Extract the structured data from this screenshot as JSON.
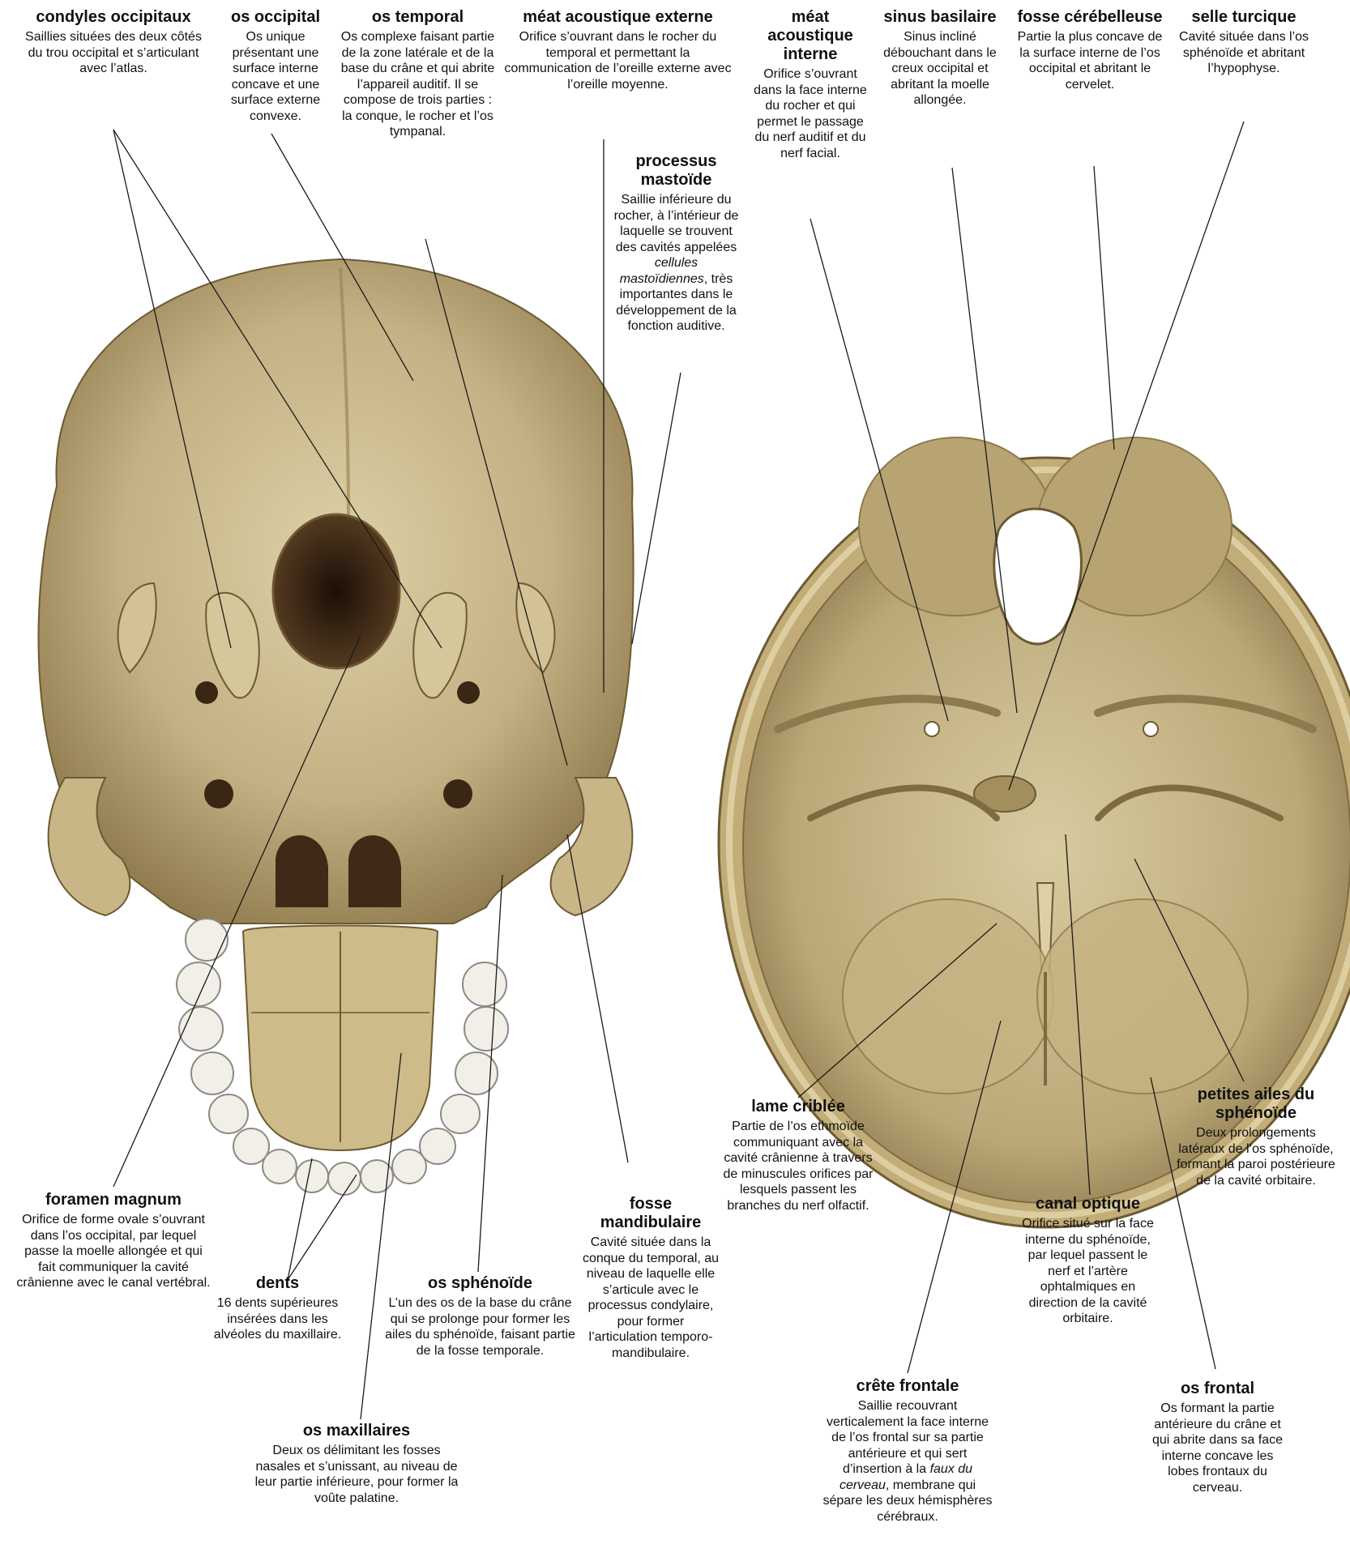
{
  "labels": {
    "condyles": {
      "title": "condyles occipitaux",
      "desc": "Saillies situées des deux côtés du trou occipital et s’articulant avec l’atlas."
    },
    "occipital": {
      "title": "os occipital",
      "desc": "Os unique présentant une surface interne concave et une surface externe convexe."
    },
    "temporal": {
      "title": "os temporal",
      "desc": "Os complexe faisant partie de la zone latérale et de la base du crâne et qui abrite l’appareil auditif. Il se compose de trois parties : la conque, le rocher et l’os tympanal."
    },
    "meat_externe": {
      "title": "méat acoustique externe",
      "desc": "Orifice s’ouvrant dans le rocher du temporal et permettant la communication de l’oreille externe avec l’oreille moyenne."
    },
    "mastoide": {
      "title": "processus mastoïde",
      "desc": "Saillie inférieure du rocher, à l’intérieur de laquelle se trouvent des cavités appelées",
      "desc_em": "cellules mastoïdiennes",
      "desc_after": ", très importantes dans le développement de la fonction auditive."
    },
    "meat_interne": {
      "title": "méat acoustique interne",
      "desc": "Orifice s’ouvrant dans la face interne du rocher et qui permet le passage du nerf auditif et du nerf facial."
    },
    "sinus": {
      "title": "sinus basilaire",
      "desc": "Sinus incliné débouchant dans le creux occipital et abritant la moelle allongée."
    },
    "fosse_cereb": {
      "title": "fosse cérébelleuse",
      "desc": "Partie la plus concave de la surface interne de l’os occipital et abritant le cervelet."
    },
    "selle": {
      "title": "selle turcique",
      "desc": "Cavité située dans l’os sphénoïde et abritant l’hypophyse."
    },
    "foramen": {
      "title": "foramen magnum",
      "desc": "Orifice de forme ovale s’ouvrant dans l’os occipital, par lequel passe la moelle allongée et qui fait communiquer la cavité crânienne avec le canal vertébral."
    },
    "dents": {
      "title": "dents",
      "desc": "16 dents supérieures insérées dans les alvéoles du maxillaire."
    },
    "sphenoide": {
      "title": "os sphénoïde",
      "desc": "L’un des os de la base du crâne qui se prolonge pour former les ailes du sphénoïde, faisant partie de la fosse temporale."
    },
    "fosse_mand": {
      "title": "fosse mandibulaire",
      "desc": "Cavité située dans la conque du temporal, au niveau de laquelle elle s’articule avec le processus condylaire, pour former l’articulation temporo-mandibulaire."
    },
    "maxillaires": {
      "title": "os maxillaires",
      "desc": "Deux os délimitant les fosses nasales et s’unissant, au niveau de leur partie inférieure, pour former la voûte palatine."
    },
    "lame": {
      "title": "lame criblée",
      "desc": "Partie de l’os ethmoïde communiquant avec la cavité crânienne à travers de minuscules orifices par lesquels passent les branches du nerf olfactif."
    },
    "crete": {
      "title": "crête frontale",
      "desc": "Saillie recouvrant verticalement la face interne de l’os frontal sur sa partie antérieure et qui sert d’insertion à la",
      "desc_em": "faux du cerveau",
      "desc_after": ", membrane qui sépare les deux hémisphères cérébraux."
    },
    "canal": {
      "title": "canal optique",
      "desc": "Orifice situé sur la face interne du sphénoïde, par lequel passent le nerf et l’artère ophtalmiques en direction de la cavité orbitaire."
    },
    "petites_ailes": {
      "title": "petites ailes du sphénoïde",
      "desc": "Deux prolongements latéraux de l’os sphénoïde, formant la paroi postérieure de la cavité orbitaire."
    },
    "frontal": {
      "title": "os frontal",
      "desc": "Os formant la partie antérieure du crâne et qui abrite dans sa face interne concave les lobes frontaux du cerveau."
    }
  },
  "colors": {
    "bone": "#c9b98a",
    "bone_dark": "#8a7548",
    "bone_light": "#e6dbb6",
    "foramen": "#2a1a10",
    "line": "#1a1a1a"
  },
  "images": {
    "left": "skull-base-inferior-view",
    "right": "skull-base-internal-view"
  }
}
